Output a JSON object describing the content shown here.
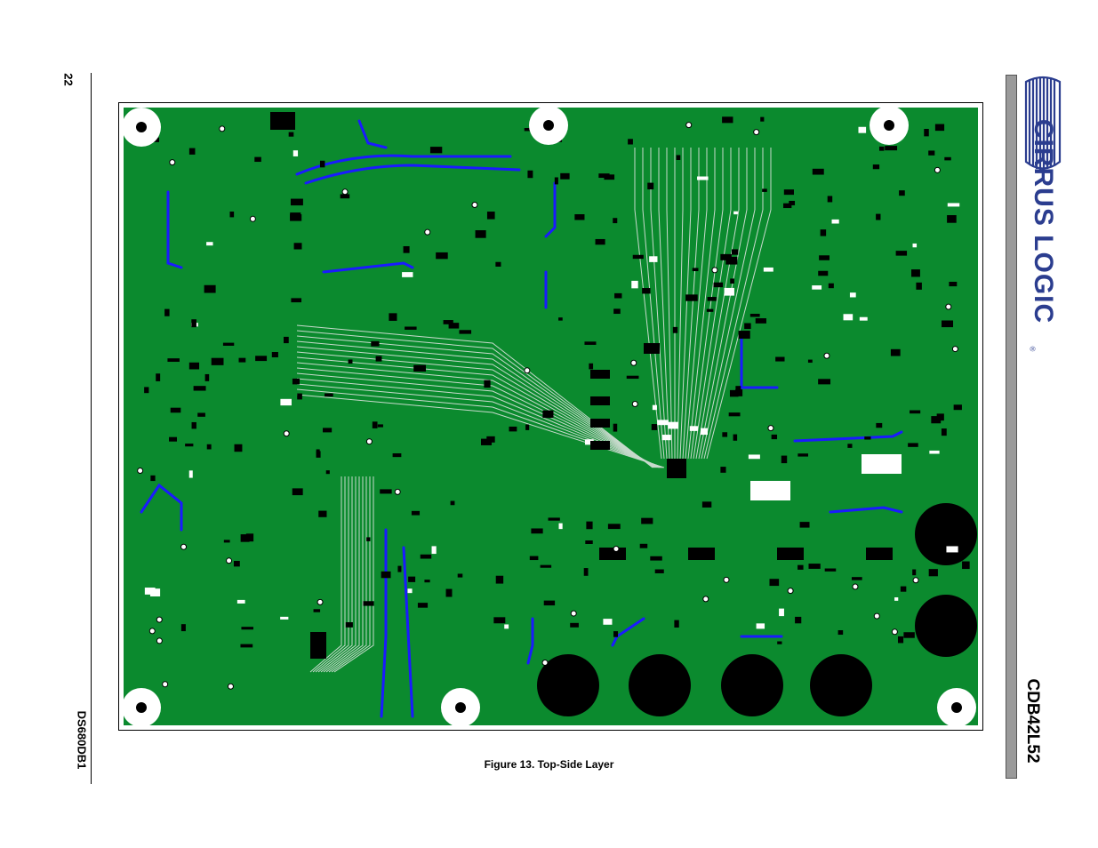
{
  "page": {
    "page_number": "22",
    "doc_number": "DS680DB1",
    "product_name": "CDB42L52",
    "logo_text": "CIRRUS LOGIC",
    "logo_registered": "®",
    "figure_caption": "Figure 13.  Top-Side Layer"
  },
  "colors": {
    "board_green": "#0b8a2e",
    "trace_blue": "#1a1aff",
    "pad_black": "#000000",
    "logo_blue": "#2b3d8f"
  },
  "icons": {
    "logo": "cirrus-logic-logo-icon",
    "pcb": "pcb-top-layer-icon"
  }
}
